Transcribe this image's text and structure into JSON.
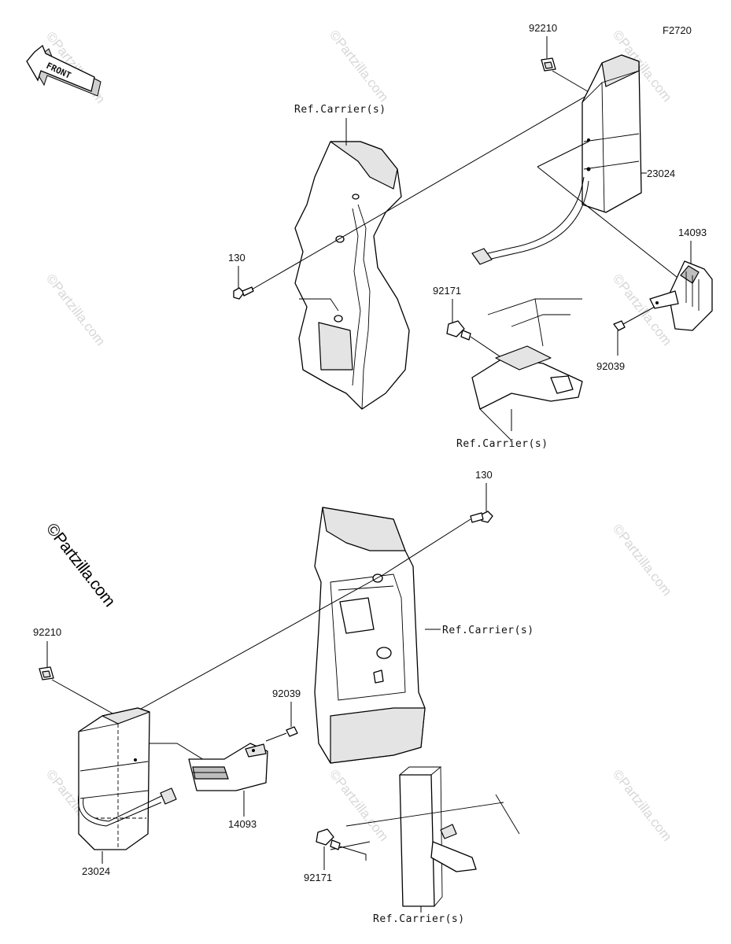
{
  "diagram_code": "F2720",
  "copyright": "©Partzilla.com",
  "watermark": "©Partzilla.com",
  "front_label": "FRONT",
  "labels": {
    "top_clip": "92210",
    "top_carrier_upper": "Ref.Carrier(s)",
    "top_lamp": "23024",
    "top_reflector": "14093",
    "top_bolt": "130",
    "top_clamp": "92171",
    "top_rivet": "92039",
    "top_carrier_lower": "Ref.Carrier(s)",
    "bot_bolt": "130",
    "bot_carrier_right": "Ref.Carrier(s)",
    "bot_clip": "92210",
    "bot_rivet": "92039",
    "bot_reflector": "14093",
    "bot_lamp": "23024",
    "bot_clamp": "92171",
    "bot_carrier_lower": "Ref.Carrier(s)"
  }
}
